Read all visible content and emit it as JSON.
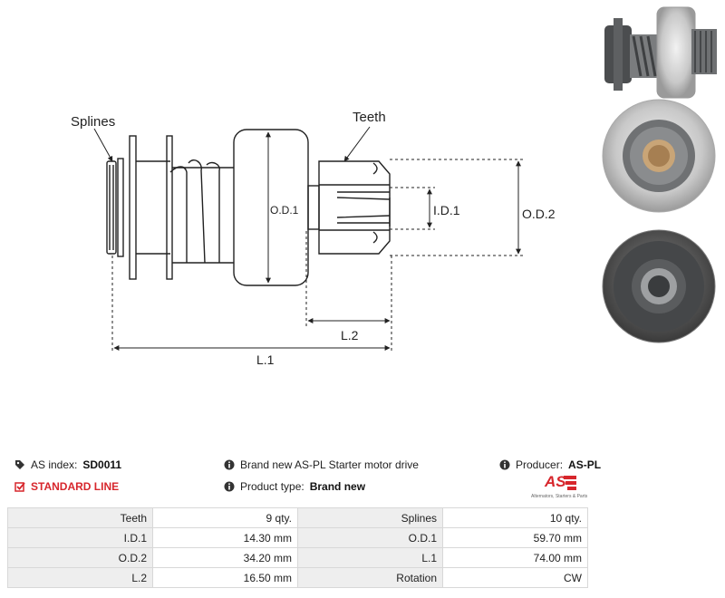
{
  "drawing": {
    "labels": {
      "splines": "Splines",
      "teeth": "Teeth",
      "od1": "O.D.1",
      "id1": "I.D.1",
      "od2": "O.D.2",
      "l2": "L.2",
      "l1": "L.1"
    }
  },
  "info": {
    "as_index_label": "AS index:",
    "as_index_value": "SD0011",
    "line": "STANDARD LINE",
    "desc": "Brand new AS-PL Starter motor drive",
    "product_type_label": "Product type:",
    "product_type_value": "Brand new",
    "producer_label": "Producer:",
    "producer_value": "AS-PL"
  },
  "logo": {
    "mark": "AS",
    "tagline": "Alternators, Starters & Parts",
    "color": "#d7262c"
  },
  "specs": [
    {
      "l1": "Teeth",
      "v1": "9 qty.",
      "l2": "Splines",
      "v2": "10 qty."
    },
    {
      "l1": "I.D.1",
      "v1": "14.30 mm",
      "l2": "O.D.1",
      "v2": "59.70 mm"
    },
    {
      "l1": "O.D.2",
      "v1": "34.20 mm",
      "l2": "L.1",
      "v2": "74.00 mm"
    },
    {
      "l1": "L.2",
      "v1": "16.50 mm",
      "l2": "Rotation",
      "v2": "CW"
    }
  ]
}
